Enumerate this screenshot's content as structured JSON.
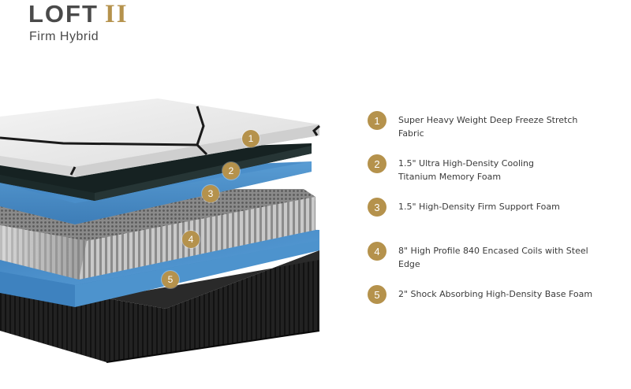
{
  "header": {
    "brand_word": "LOFT",
    "brand_numeral": "II",
    "subtitle": "Firm Hybrid"
  },
  "colors": {
    "accent": "#b5924c",
    "text": "#4a4a4a",
    "fabric": "#f2f2f2",
    "titanium_foam": "#1f2a2a",
    "blue_foam": "#4a8fc9",
    "coils": "#9a9a9a",
    "base": "#1e1e1e"
  },
  "layers": [
    {
      "number": "1",
      "label": "Super Heavy Weight Deep Freeze Stretch Fabric"
    },
    {
      "number": "2",
      "label": "1.5\" Ultra High-Density Cooling Titanium Memory Foam"
    },
    {
      "number": "3",
      "label": "1.5\" High-Density Firm Support Foam"
    },
    {
      "number": "4",
      "label": "8\" High Profile 840 Encased Coils with Steel Edge"
    },
    {
      "number": "5",
      "label": "2\" Shock Absorbing High-Density Base Foam"
    }
  ]
}
